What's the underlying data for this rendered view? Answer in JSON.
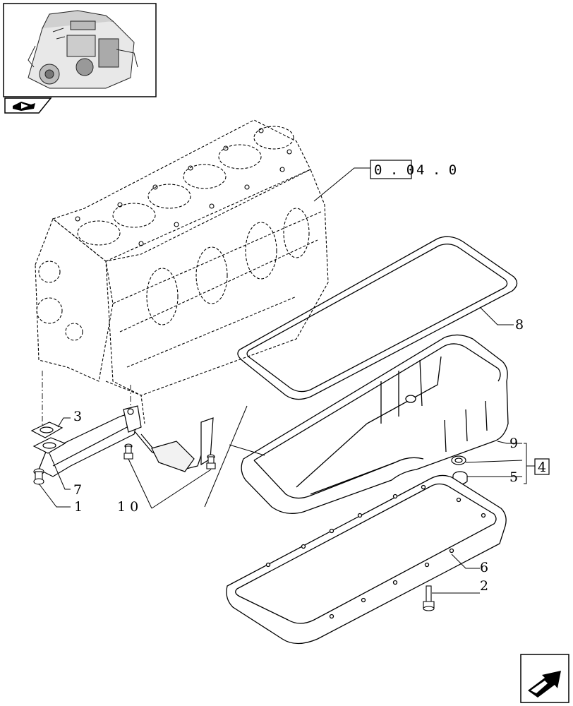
{
  "thumbnail": {
    "icon": "engine-thumbnail-icon"
  },
  "nav": {
    "back_icon": "book-arrow-icon",
    "next_icon": "next-page-arrow-icon"
  },
  "reference": {
    "boxed": "0 . 0",
    "rest": "4 . 0"
  },
  "callouts": {
    "c1": "1",
    "c2": "2",
    "c3": "3",
    "c4": "4",
    "c5": "5",
    "c6": "6",
    "c7": "7",
    "c8": "8",
    "c9": "9",
    "c10": "1 0"
  }
}
